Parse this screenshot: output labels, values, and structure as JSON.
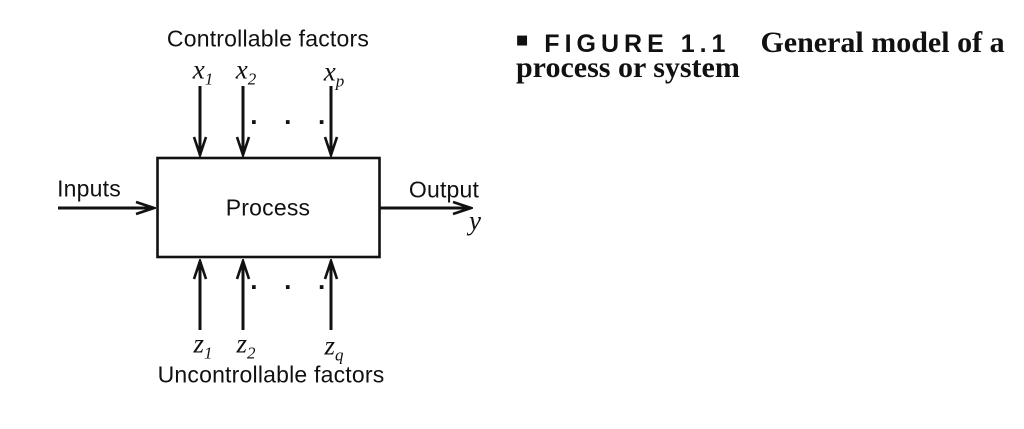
{
  "page": {
    "background": "#ffffff",
    "ink": "#111111"
  },
  "caption": {
    "bullet": "■",
    "figure_label": "FIGURE 1.1",
    "title": "General model of a process or system"
  },
  "diagram": {
    "controllable_label": "Controllable factors",
    "uncontrollable_label": "Uncontrollable factors",
    "process_label": "Process",
    "inputs_label": "Inputs",
    "output_label": "Output",
    "output_variable": "y",
    "ellipsis": "· · ·",
    "controllable_factors": [
      {
        "base": "x",
        "sub": "1"
      },
      {
        "base": "x",
        "sub": "2"
      },
      {
        "base": "x",
        "sub": "p"
      }
    ],
    "uncontrollable_factors": [
      {
        "base": "z",
        "sub": "1"
      },
      {
        "base": "z",
        "sub": "2"
      },
      {
        "base": "z",
        "sub": "q"
      }
    ]
  }
}
